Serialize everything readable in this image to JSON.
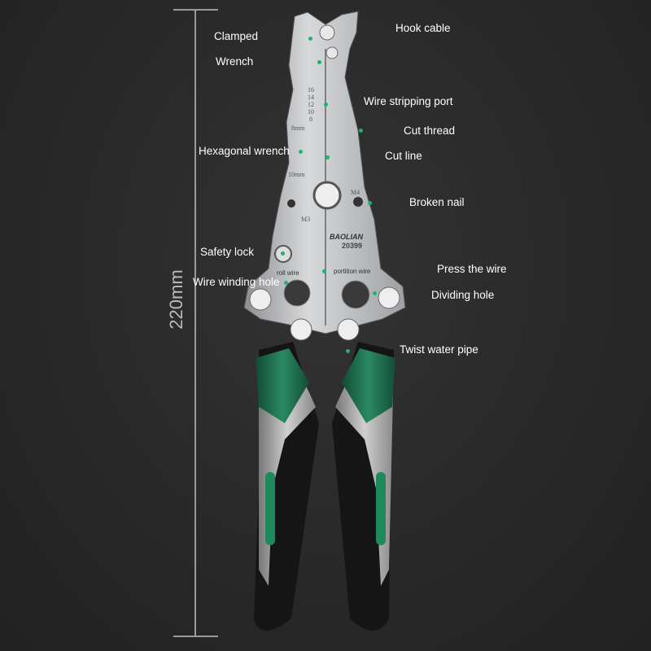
{
  "ruler": {
    "label": "220mm"
  },
  "labels": [
    {
      "id": "clamped",
      "text": "Clamped"
    },
    {
      "id": "wrench",
      "text": "Wrench"
    },
    {
      "id": "hook-cable",
      "text": "Hook cable"
    },
    {
      "id": "wire-stripping-port",
      "text": "Wire stripping port"
    },
    {
      "id": "cut-thread",
      "text": "Cut thread"
    },
    {
      "id": "cut-line",
      "text": "Cut line"
    },
    {
      "id": "hexagonal-wrench",
      "text": "Hexagonal wrench"
    },
    {
      "id": "broken-nail",
      "text": "Broken nail"
    },
    {
      "id": "safety-lock",
      "text": "Safety lock"
    },
    {
      "id": "press-the-wire",
      "text": "Press the wire"
    },
    {
      "id": "wire-winding-hole",
      "text": "Wire winding hole"
    },
    {
      "id": "dividing-hole",
      "text": "Dividing hole"
    },
    {
      "id": "twist-water-pipe",
      "text": "Twist water pipe"
    }
  ],
  "tool_markings": {
    "gauges": [
      "16",
      "14",
      "12",
      "10",
      "8"
    ],
    "size_8": "8mm",
    "size_10": "10mm",
    "m4": "M4",
    "m3": "M3",
    "brand": "BAOLIAN",
    "model": "20399",
    "roll_wire": "roll wire",
    "portition_wire": "portition wire"
  },
  "colors": {
    "accent_green": "#1fb36e",
    "handle_green": "#1e6b4c",
    "background": "#2a2a2a"
  }
}
